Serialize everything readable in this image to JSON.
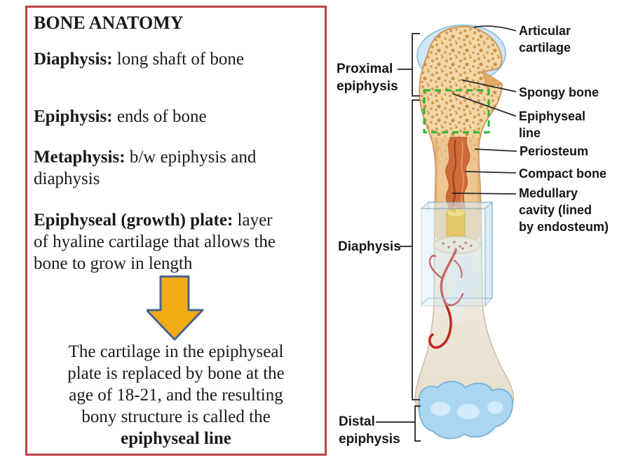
{
  "colors": {
    "panel_border_red": "#bf4045",
    "arrow_fill": "#f3ab15",
    "arrow_outline": "#48638c",
    "highlight_box_green": "#2db52d",
    "cartilage_blue": "#cfe7f5",
    "spongy_bone_tan": "#f2d6a6",
    "medullary_streak_red": "#cf6a3a",
    "marrow_yellow": "#f1b91c",
    "vessel_red": "#c1271b",
    "condyle_blue": "#abd6f2"
  },
  "panel": {
    "title": "BONE ANATOMY",
    "items": [
      {
        "term": "Diaphysis:",
        "def": " long shaft of bone"
      },
      {
        "term": "Epiphysis:",
        "def": " ends of bone"
      },
      {
        "term": "Metaphysis:",
        "def": " b/w epiphysis and\ndiaphysis"
      },
      {
        "term": "Epiphyseal (growth) plate:",
        "def": " layer\nof hyaline cartilage that allows the\nbone to grow in length"
      }
    ],
    "conclusion": "The cartilage in the epiphyseal\nplate is replaced by bone at the\nage of 18-21, and the resulting\nbony structure is called the",
    "conclusion_emphasis": "epiphyseal line"
  },
  "diagram": {
    "left_labels": [
      {
        "id": "proximal-epiphysis",
        "text": "Proximal\nepiphysis"
      },
      {
        "id": "diaphysis",
        "text": "Diaphysis"
      },
      {
        "id": "distal-epiphysis",
        "text": "Distal\nepiphysis"
      }
    ],
    "right_labels": [
      {
        "id": "articular-cartilage",
        "text": "Articular\ncartilage"
      },
      {
        "id": "spongy-bone",
        "text": "Spongy bone"
      },
      {
        "id": "epiphyseal-line",
        "text": "Epiphyseal\nline"
      },
      {
        "id": "periosteum",
        "text": "Periosteum"
      },
      {
        "id": "compact-bone",
        "text": "Compact bone"
      },
      {
        "id": "medullary-cavity",
        "text": "Medullary\ncavity (lined\nby endosteum)"
      }
    ]
  }
}
